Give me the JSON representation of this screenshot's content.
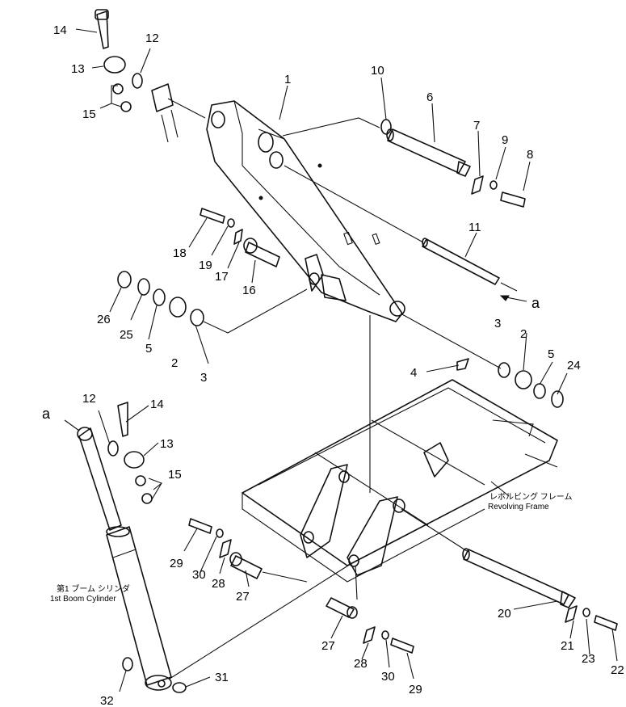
{
  "callouts": [
    "1",
    "2",
    "3",
    "4",
    "5",
    "6",
    "7",
    "8",
    "9",
    "10",
    "11",
    "12",
    "13",
    "14",
    "15",
    "16",
    "17",
    "18",
    "19",
    "20",
    "21",
    "22",
    "23",
    "24",
    "25",
    "26",
    "27",
    "28",
    "29",
    "30",
    "31",
    "32"
  ],
  "captions": {
    "revolving_frame_jp": "レボルビング フレーム",
    "revolving_frame_en": "Revolving Frame",
    "boom_cylinder_jp": "第1 ブーム シリンダ",
    "boom_cylinder_en": "1st Boom Cylinder",
    "ref_a": "a"
  }
}
